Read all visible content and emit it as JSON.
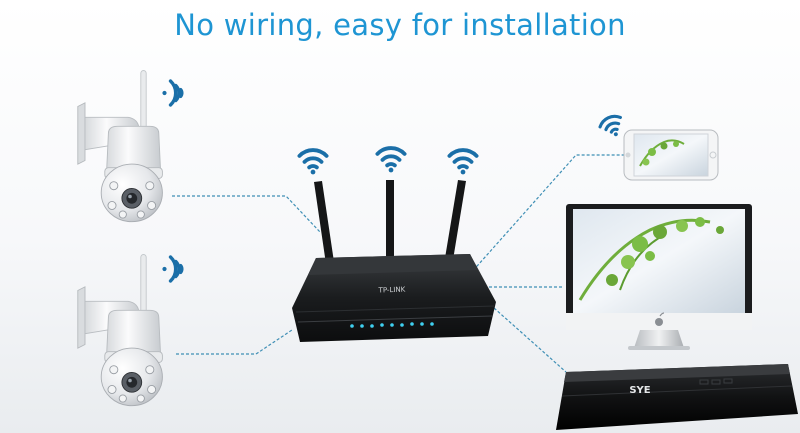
{
  "title": "No wiring, easy for installation",
  "router": {
    "brand": "TP-LINK"
  },
  "nvr": {
    "brand": "SYE"
  },
  "colors": {
    "title": "#1e95d3",
    "link_line": "#3f8fb5",
    "wifi": "#1b6fa8",
    "router_body": "#1d1f21",
    "led": "#3fd0f0",
    "camera_body": "#eef0f2",
    "monitor_frame": "#1b1c1e"
  },
  "icons": [
    "wifi-signal-icon",
    "ptz-camera",
    "wireless-router",
    "smartphone",
    "desktop-monitor",
    "apple-logo-icon",
    "nvr-recorder"
  ]
}
